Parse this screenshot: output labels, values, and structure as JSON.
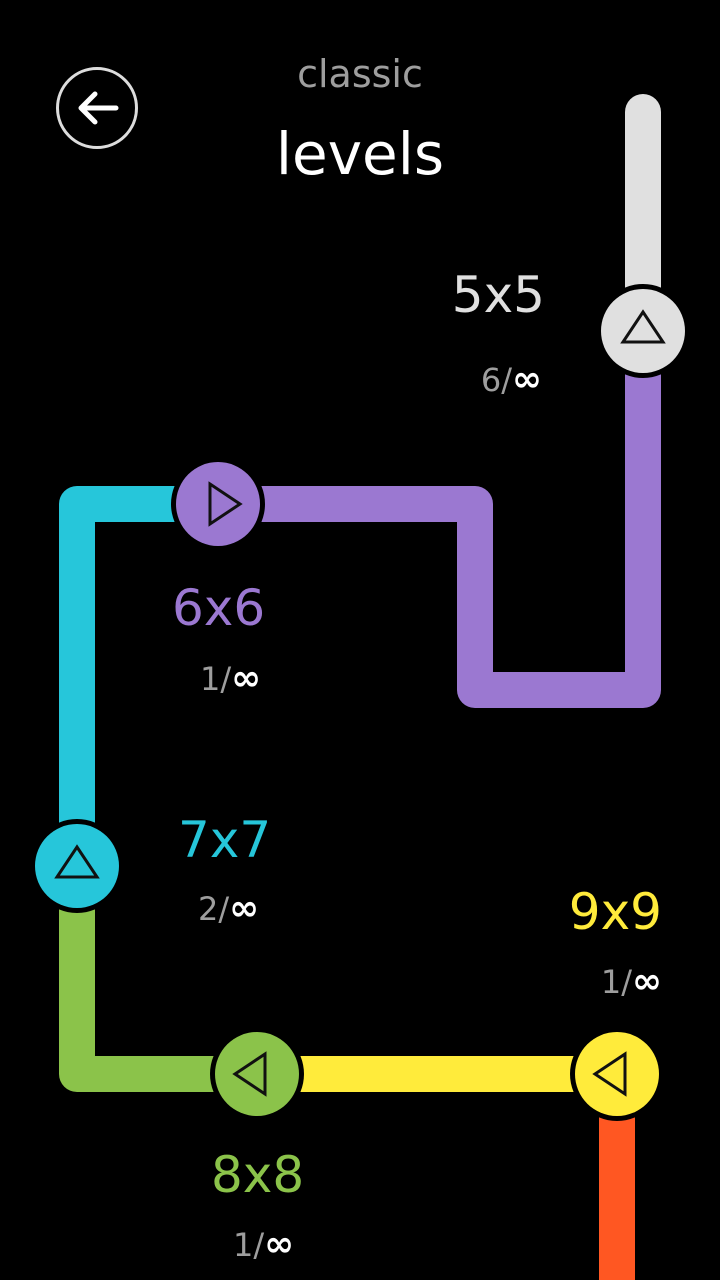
{
  "header": {
    "subtitle": "classic",
    "title": "levels",
    "back_icon": "arrow-left-icon"
  },
  "levels": [
    {
      "size": "5x5",
      "progress": "6/",
      "total": "∞",
      "color": "#e0e0e0",
      "icon": "triangle-up-icon"
    },
    {
      "size": "6x6",
      "progress": "1/",
      "total": "∞",
      "color": "#9b78d1",
      "icon": "triangle-right-icon"
    },
    {
      "size": "7x7",
      "progress": "2/",
      "total": "∞",
      "color": "#26c6da",
      "icon": "triangle-up-icon"
    },
    {
      "size": "8x8",
      "progress": "1/",
      "total": "∞",
      "color": "#8bc34a",
      "icon": "triangle-left-icon"
    },
    {
      "size": "9x9",
      "progress": "1/",
      "total": "∞",
      "color": "#ffeb3b",
      "icon": "triangle-left-icon"
    }
  ],
  "next_segment_color": "#ff5722"
}
